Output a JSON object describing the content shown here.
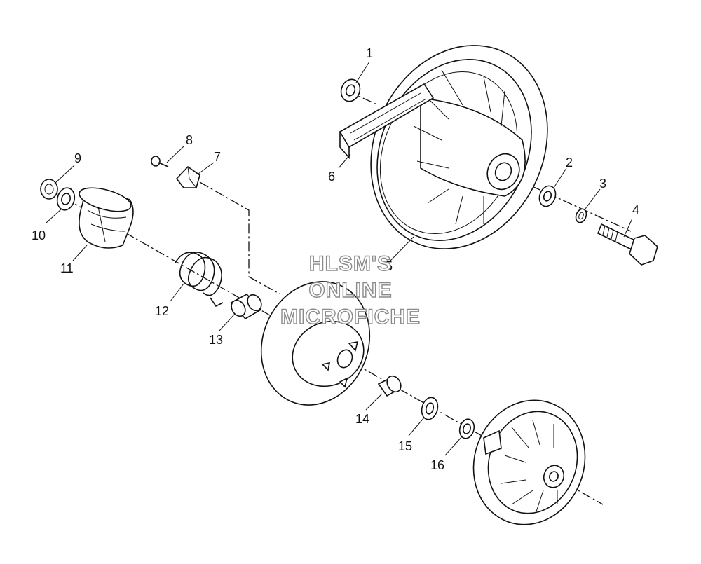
{
  "callouts": [
    "1",
    "2",
    "3",
    "4",
    "5",
    "6",
    "7",
    "8",
    "9",
    "10",
    "11",
    "12",
    "13",
    "14",
    "15",
    "16"
  ],
  "watermark": {
    "line1": "HLSM'S",
    "line2": "ONLINE",
    "line3": "MICROFICHE"
  }
}
